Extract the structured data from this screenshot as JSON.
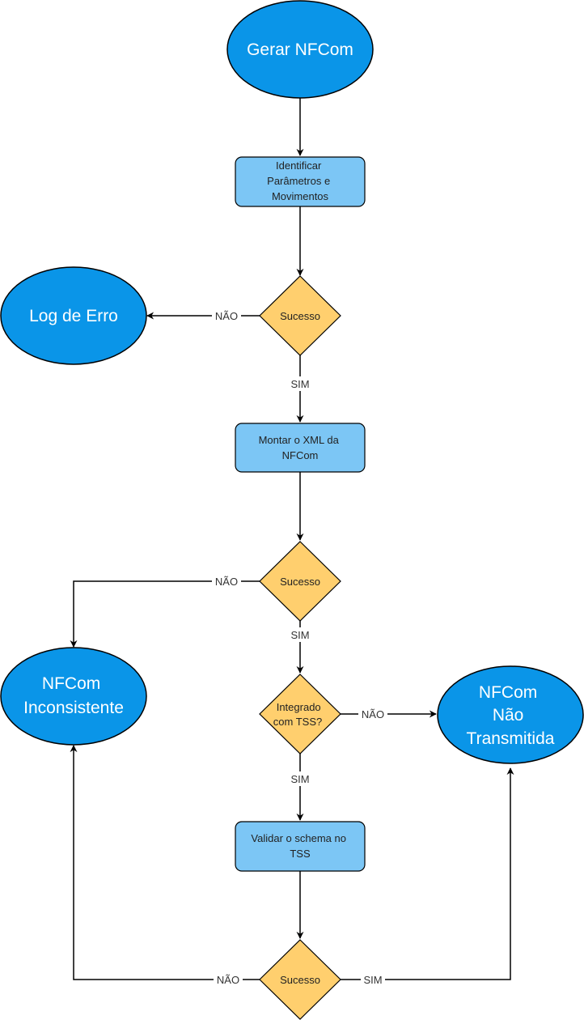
{
  "colors": {
    "ellipse_fill": "#0a95e8",
    "ellipse_stroke": "#000000",
    "process_fill": "#7cc6f5",
    "decision_fill": "#ffcf6e",
    "line": "#000000",
    "label_text": "#333333",
    "ellipse_text": "#ffffff"
  },
  "nodes": {
    "start": "Gerar NFCom",
    "identify": [
      "Identificar",
      "Parâmetros e",
      "Movimentos"
    ],
    "decision1": "Sucesso",
    "log_error": "Log de Erro",
    "build_xml": [
      "Montar o XML da",
      "NFCom"
    ],
    "decision2": "Sucesso",
    "inconsistent": [
      "NFCom",
      "Inconsistente"
    ],
    "tss_check": [
      "Integrado",
      "com TSS?"
    ],
    "not_transmitted": [
      "NFCom",
      "Não",
      "Transmitida"
    ],
    "validate": [
      "Validar o schema no",
      "TSS"
    ],
    "decision3": "Sucesso"
  },
  "edge_labels": {
    "d1_no": "NÃO",
    "d1_yes": "SIM",
    "d2_no": "NÃO",
    "d2_yes": "SIM",
    "tss_no": "NÃO",
    "tss_yes": "SIM",
    "d3_no": "NÃO",
    "d3_yes": "SIM"
  }
}
